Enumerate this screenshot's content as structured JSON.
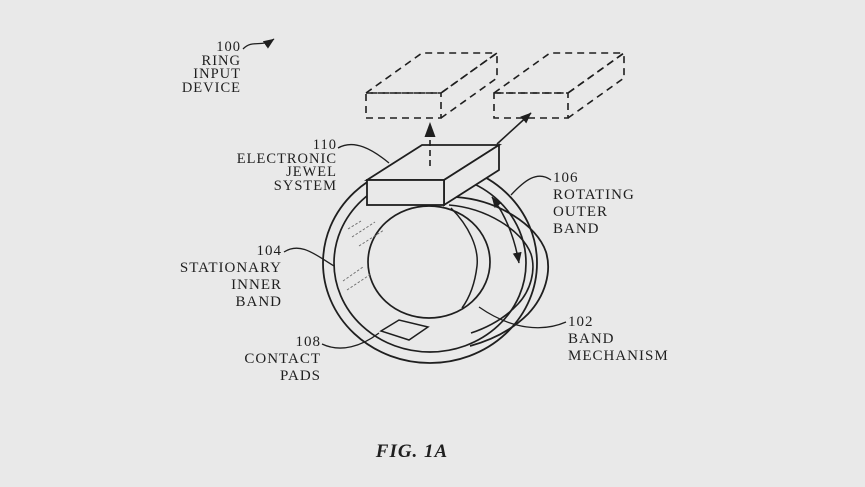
{
  "figure": {
    "caption": "FIG. 1A",
    "background_color": "#e9e9e9",
    "line_color": "#1f1f1f"
  },
  "labels": {
    "ring_input_device": {
      "ref": "100",
      "line1": "RING",
      "line2": "INPUT",
      "line3": "DEVICE"
    },
    "electronic_jewel_system": {
      "ref": "110",
      "line1": "ELECTRONIC",
      "line2": "JEWEL",
      "line3": "SYSTEM"
    },
    "rotating_outer_band": {
      "ref": "106",
      "line1": "ROTATING",
      "line2": "OUTER",
      "line3": "BAND"
    },
    "stationary_inner_band": {
      "ref": "104",
      "line1": "STATIONARY",
      "line2": "INNER",
      "line3": "BAND"
    },
    "contact_pads": {
      "ref": "108",
      "line1": "CONTACT",
      "line2": "PADS"
    },
    "band_mechanism": {
      "ref": "102",
      "line1": "BAND",
      "line2": "MECHANISM"
    }
  }
}
